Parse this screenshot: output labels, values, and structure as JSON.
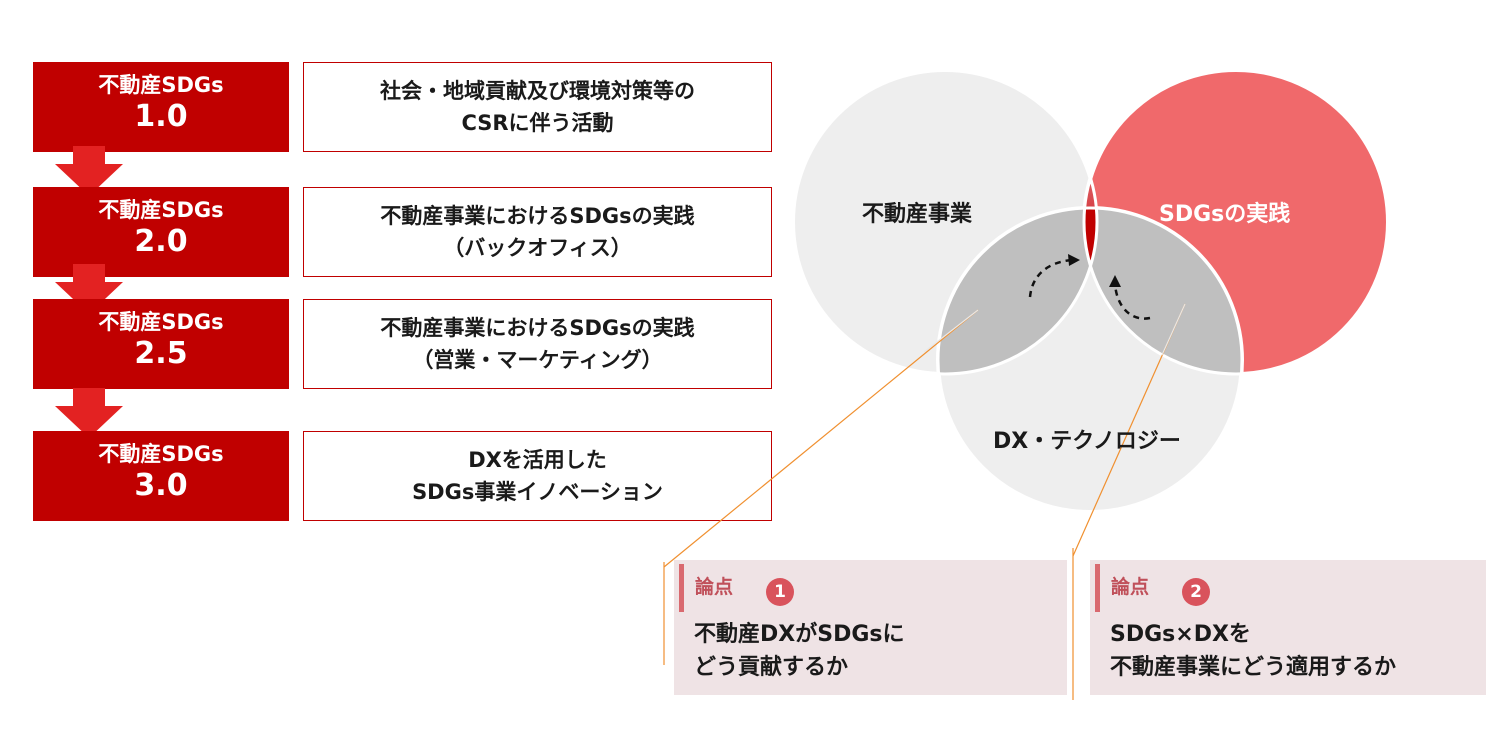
{
  "stages": [
    {
      "name": "不動産SDGs",
      "version": "1.0",
      "desc_line1": "社会・地域貢献及び環境対策等の",
      "desc_line2": "CSRに伴う活動"
    },
    {
      "name": "不動産SDGs",
      "version": "2.0",
      "desc_line1": "不動産事業におけるSDGsの実践",
      "desc_line2": "（バックオフィス）"
    },
    {
      "name": "不動産SDGs",
      "version": "2.5",
      "desc_line1": "不動産事業におけるSDGsの実践",
      "desc_line2": "（営業・マーケティング）"
    },
    {
      "name": "不動産SDGs",
      "version": "3.0",
      "desc_line1": "DXを活用した",
      "desc_line2": "SDGs事業イノベーション"
    }
  ],
  "venn": {
    "left_label": "不動産事業",
    "right_label": "SDGsの実践",
    "bottom_label": "DX・テクノロジー"
  },
  "points": [
    {
      "tag": "論点",
      "number": "1",
      "line1": "不動産DXがSDGsに",
      "line2": "どう貢献するか"
    },
    {
      "tag": "論点",
      "number": "2",
      "line1": "SDGs×DXを",
      "line2": "不動産事業にどう適用するか"
    }
  ],
  "colors": {
    "primary_red": "#c00000",
    "sdgs_circle": "#f0696b",
    "light_circle": "#eeeeee",
    "overlap_gray": "#bfbfbf",
    "leader_line": "#f09030",
    "point_bg": "#efe3e5"
  }
}
